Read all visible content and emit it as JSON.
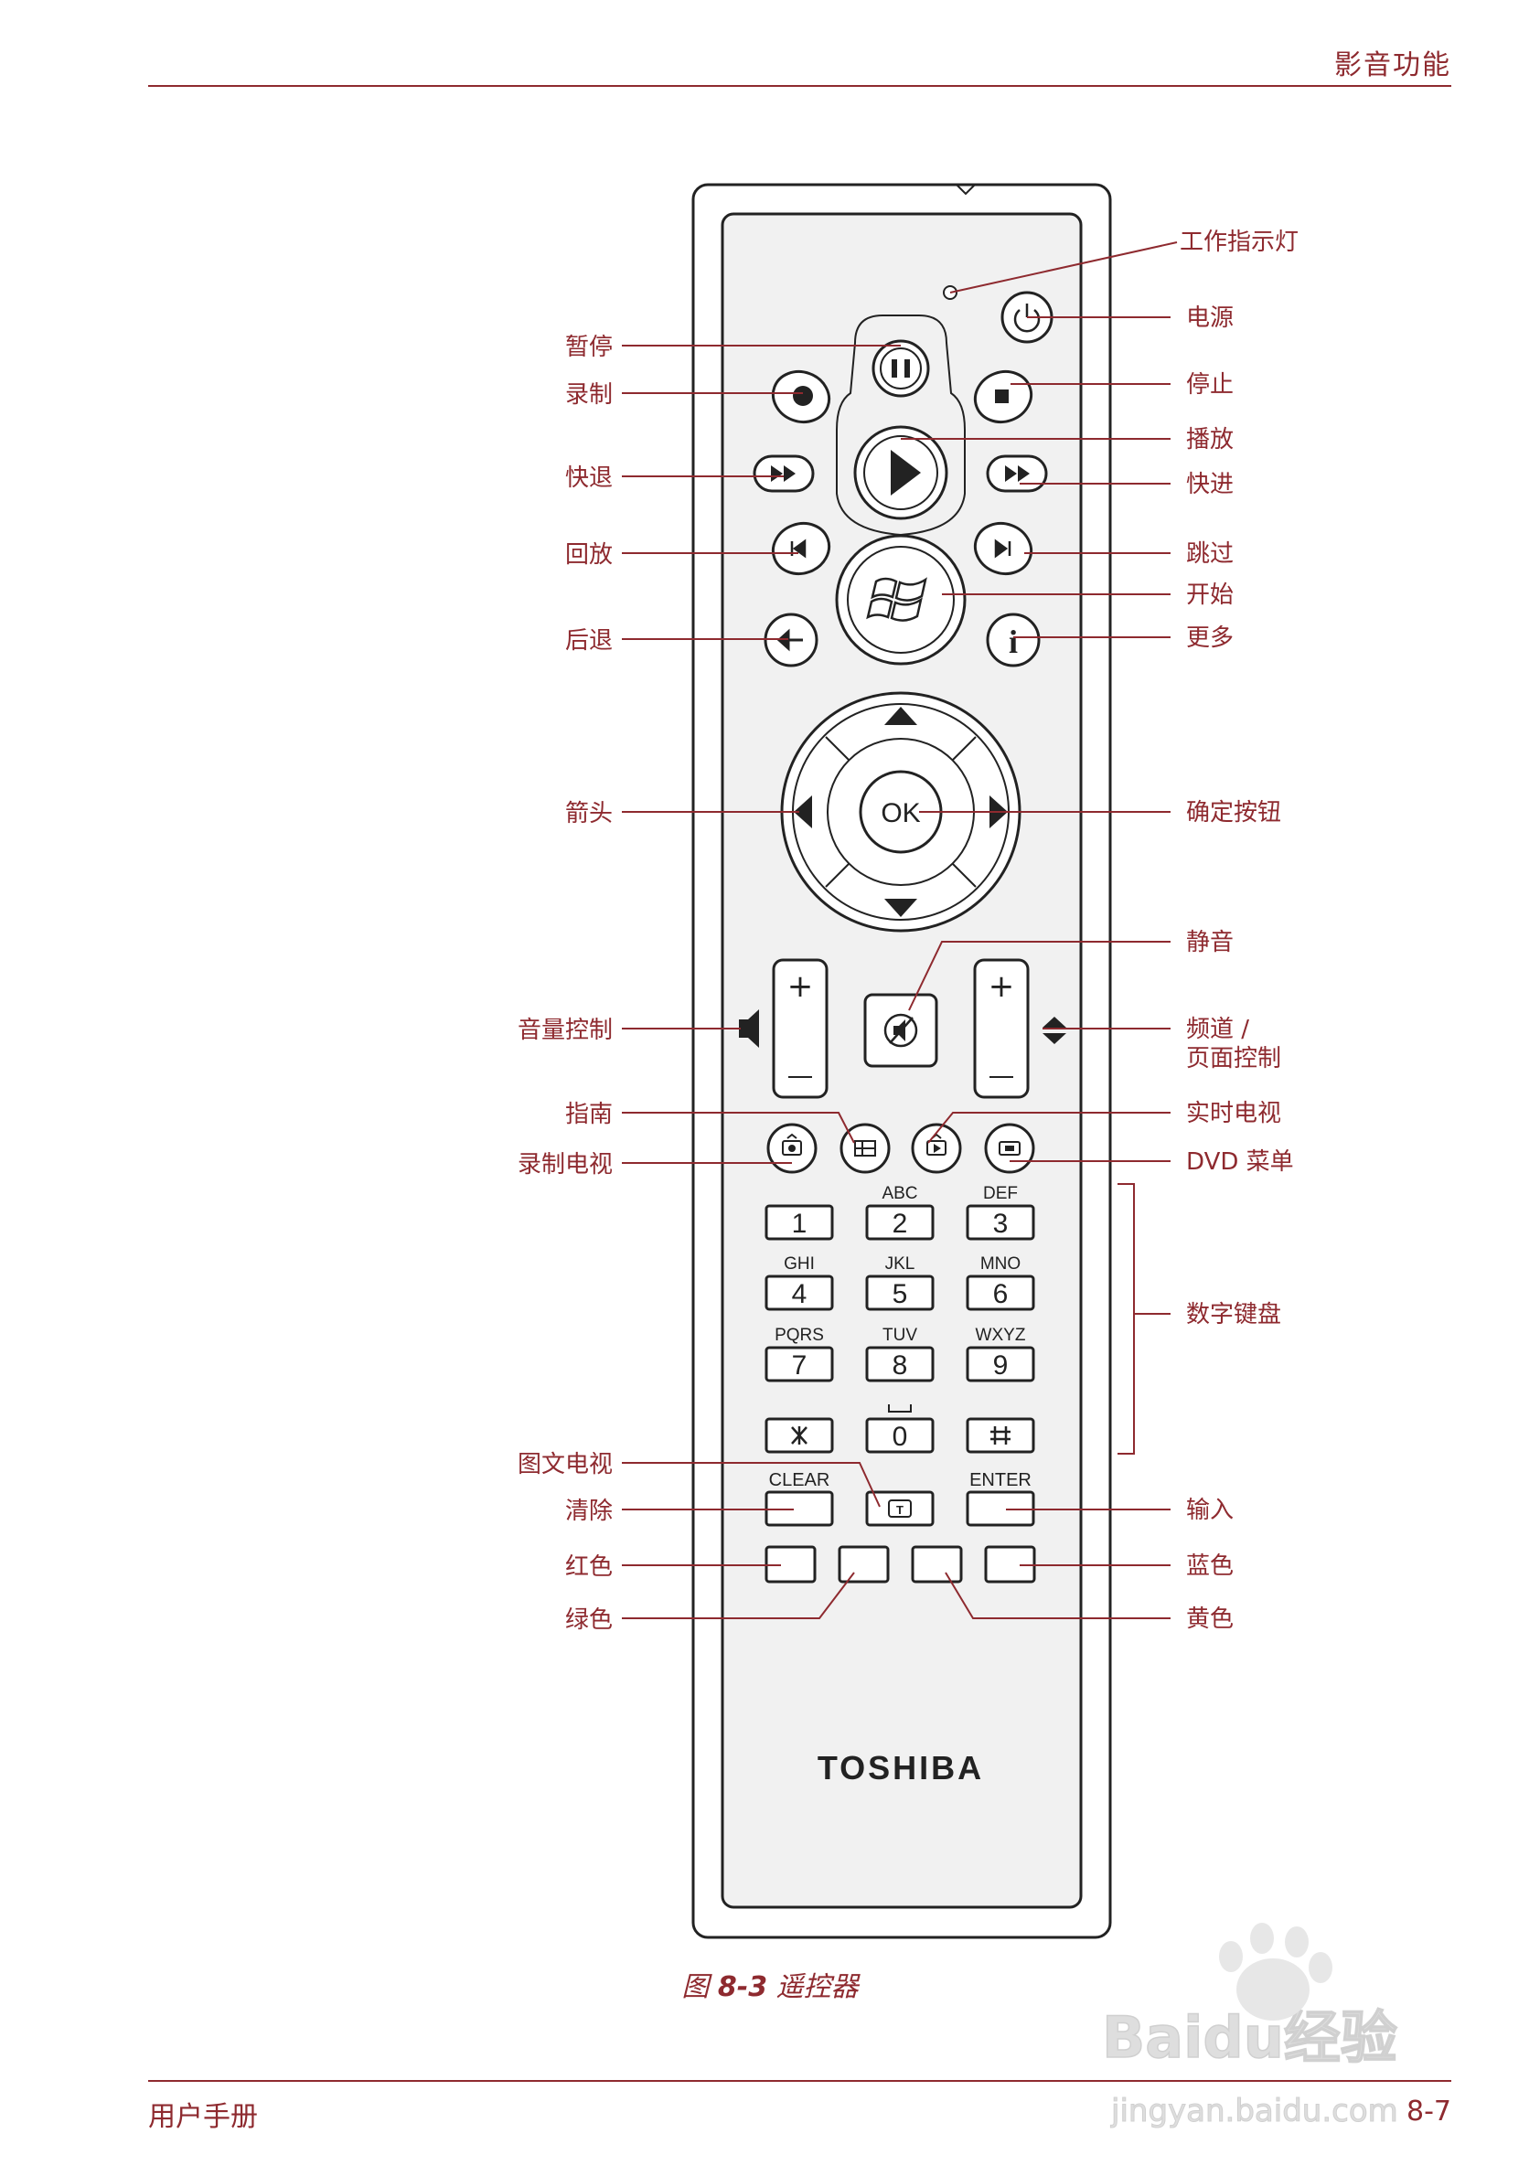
{
  "header": {
    "section": "影音功能"
  },
  "footer": {
    "left": "用户手册",
    "page": "8-7"
  },
  "caption": {
    "prefix": "图",
    "number": "8-3",
    "title": "遥控器"
  },
  "remote": {
    "brand": "TOSHIBA",
    "ok": "OK",
    "clear": "CLEAR",
    "enter": "ENTER",
    "keys": [
      {
        "digit": "1",
        "letters": ""
      },
      {
        "digit": "2",
        "letters": "ABC"
      },
      {
        "digit": "3",
        "letters": "DEF"
      },
      {
        "digit": "4",
        "letters": "GHI"
      },
      {
        "digit": "5",
        "letters": "JKL"
      },
      {
        "digit": "6",
        "letters": "MNO"
      },
      {
        "digit": "7",
        "letters": "PQRS"
      },
      {
        "digit": "8",
        "letters": "TUV"
      },
      {
        "digit": "9",
        "letters": "WXYZ"
      },
      {
        "digit": "0",
        "letters": ""
      }
    ]
  },
  "labels": {
    "indicator": "工作指示灯",
    "power": "电源",
    "pause": "暂停",
    "record": "录制",
    "stop": "停止",
    "play": "播放",
    "rewind": "快退",
    "fastforward": "快进",
    "replay": "回放",
    "skip": "跳过",
    "start": "开始",
    "back": "后退",
    "more": "更多",
    "arrows": "箭头",
    "ok": "确定按钮",
    "mute": "静音",
    "volume": "音量控制",
    "channel_line1": "频道 /",
    "channel_line2": "页面控制",
    "guide": "指南",
    "livetv": "实时电视",
    "recordedtv": "录制电视",
    "dvdmenu": "DVD 菜单",
    "keypad": "数字键盘",
    "teletext": "图文电视",
    "clear": "清除",
    "enter": "输入",
    "red": "红色",
    "blue": "蓝色",
    "green": "绿色",
    "yellow": "黄色"
  },
  "watermark": {
    "brand": "Baidu经验",
    "url": "jingyan.baidu.com"
  }
}
